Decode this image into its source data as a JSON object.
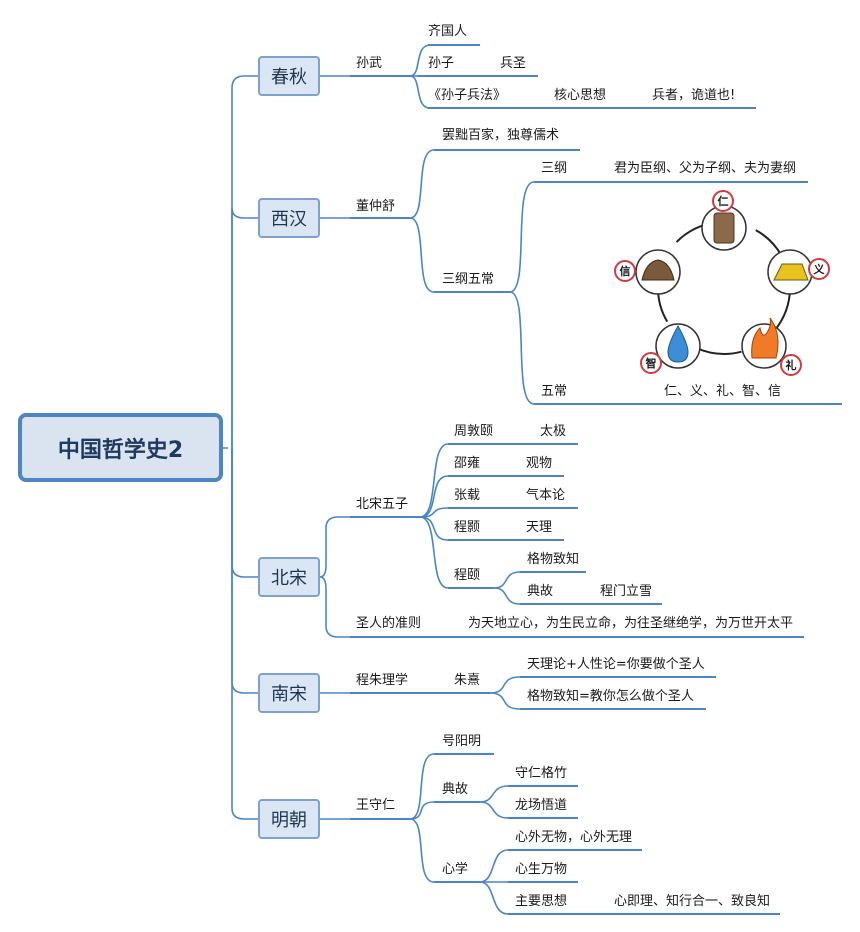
{
  "root": "中国哲学史2",
  "eras": {
    "chunqiu": "春秋",
    "xihan": "西汉",
    "beisong": "北宋",
    "nansong": "南宋",
    "mingchao": "明朝"
  },
  "chunqiu": {
    "sunwu": "孙武",
    "qiguoren": "齐国人",
    "sunzi": "孙子",
    "bingsheng": "兵圣",
    "book": "《孙子兵法》",
    "core_label": "核心思想",
    "core": "兵者，诡道也!"
  },
  "xihan": {
    "dong": "董仲舒",
    "bachu": "罢黜百家，独尊儒术",
    "sgwc": "三纲五常",
    "sangang": "三纲",
    "sangang_text": "君为臣纲、父为子纲、夫为妻纲",
    "wuchang": "五常",
    "wuchang_text": "仁、义、礼、智、信",
    "badges": {
      "ren": "仁",
      "yi": "义",
      "li": "礼",
      "zhi": "智",
      "xin": "信"
    }
  },
  "beisong": {
    "wuzi": "北宋五子",
    "zhou": "周敦颐",
    "taiji": "太极",
    "shao": "邵雍",
    "guanwu": "观物",
    "zhang": "张载",
    "qiben": "气本论",
    "chenghao": "程颢",
    "tianli": "天理",
    "chengyi": "程颐",
    "gewu": "格物致知",
    "diangu": "典故",
    "chengmen": "程门立雪",
    "zhunze": "圣人的准则",
    "zhunze_text": "为天地立心，为生民立命，为往圣继绝学，为万世开太平"
  },
  "nansong": {
    "chengzhu": "程朱理学",
    "zhuxi": "朱熹",
    "t1": "天理论+人性论=你要做个圣人",
    "t2": "格物致知=教你怎么做个圣人"
  },
  "mingchao": {
    "wang": "王守仁",
    "hao": "号阳明",
    "diangu": "典故",
    "shouren": "守仁格竹",
    "longchang": "龙场悟道",
    "xinxue": "心学",
    "x1": "心外无物，心外无理",
    "x2": "心生万物",
    "x3": "主要思想",
    "x3_text": "心即理、知行合一、致良知"
  }
}
